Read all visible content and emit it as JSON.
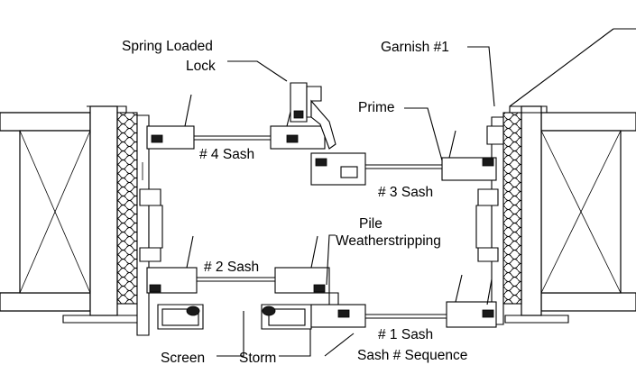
{
  "labels": {
    "spring_loaded_lock_1": "Spring Loaded",
    "spring_loaded_lock_2": "Lock",
    "garnish": "Garnish #1",
    "prime": "Prime",
    "sash4": "# 4 Sash",
    "sash3": "# 3 Sash",
    "pile_1": "Pile",
    "pile_2": "Weatherstripping",
    "sash2": "# 2 Sash",
    "sash1": "# 1 Sash",
    "sequence": "Sash # Sequence",
    "screen": "Screen",
    "storm": "Storm"
  }
}
